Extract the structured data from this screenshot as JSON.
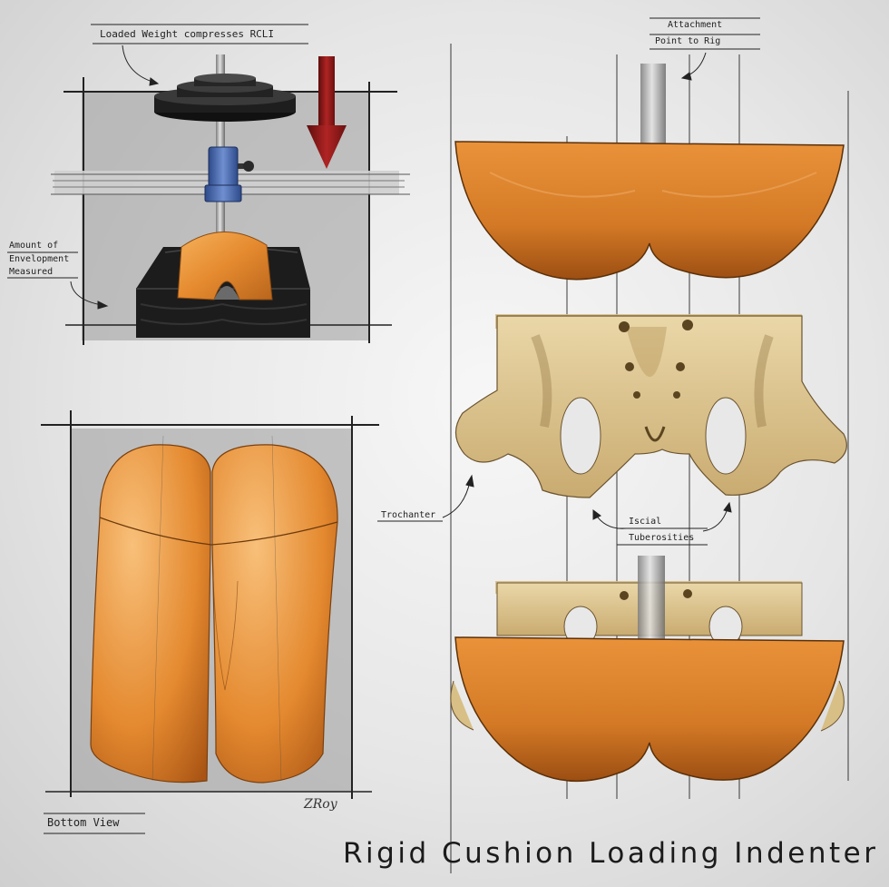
{
  "annotations": {
    "loaded_weight": "Loaded Weight compresses RCLI",
    "attachment_line1": "Attachment",
    "attachment_line2": "Point to Rig",
    "envelopment_line1": "Amount of",
    "envelopment_line2": "Envelopment",
    "envelopment_line3": "Measured",
    "trochanter": "Trochanter",
    "iscial_line1": "Iscial",
    "iscial_line2": "Tuberosities",
    "bottom_view": "Bottom View"
  },
  "title": "Rigid Cushion Loading Indenter",
  "signature": "ZRoy",
  "colors": {
    "wood_light": "#f3a24a",
    "wood_dark": "#b8611a",
    "bone": "#dcc48e",
    "arrow_red": "#8e1a1a",
    "clamp_blue": "#3f5fa3",
    "cushion_black": "#1c1c1c"
  }
}
